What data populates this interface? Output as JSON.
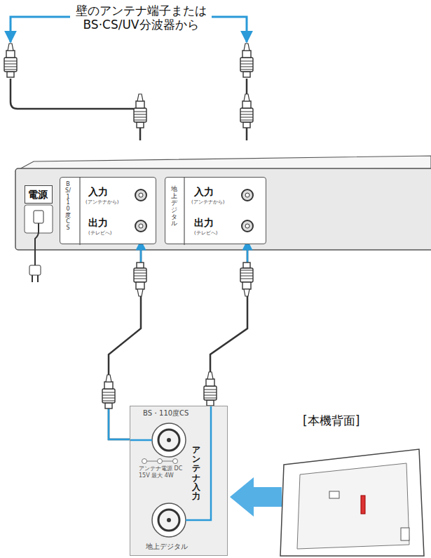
{
  "diagram": {
    "nodes": [
      {
        "text": [
          "電源"
        ]
      },
      {
        "text": [
          "BS/110度CS"
        ]
      },
      {
        "text": [
          "入力",
          "(アンテナから)"
        ],
        "in": 1
      },
      {
        "text": [
          "出力",
          "(テレビへ)"
        ],
        "in": 1
      },
      {
        "text": [
          "地上デジタル"
        ]
      },
      {
        "text": [
          "入力",
          "(アンテナから)"
        ],
        "in": 4
      },
      {
        "text": [
          "出力",
          "(テレビへ)"
        ],
        "in": 4
      },
      {
        "text": [
          "BS・110度CS",
          "アンテナ電源 DC 15V 最大 4W",
          "アンテナ入力",
          "地上デジタル"
        ]
      }
    ],
    "edges": [
      {
        "from": 7,
        "to": 3,
        "arrow": "to"
      },
      {
        "from": 7,
        "to": 6,
        "arrow": "to"
      }
    ],
    "labels": [
      "壁のアンテナ端子または BS·CS/UV分波器から",
      "[本機背面]"
    ]
  }
}
